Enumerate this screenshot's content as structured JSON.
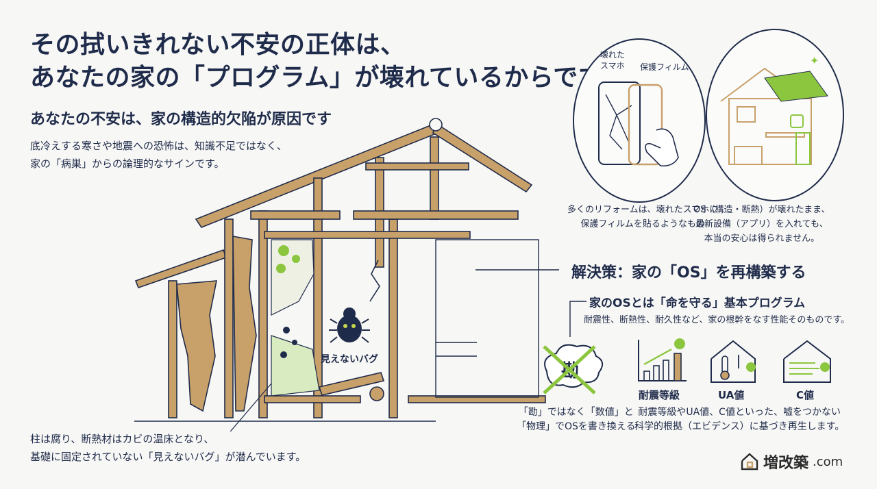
{
  "title": {
    "line1": "その拭いきれない不安の正体は、",
    "line2": "あなたの家の「プログラム」が壊れているからです"
  },
  "subheading": "あなたの不安は、家の構造的欠陥が原因です",
  "description": {
    "line1": "底冷えする寒さや地震への恐怖は、知識不足ではなく、",
    "line2": "家の「病巣」からの論理的なサインです。"
  },
  "house": {
    "bug_label": "見えないバグ"
  },
  "bottom_note": {
    "line1": "柱は腐り、断熱材はカビの温床となり、",
    "line2": "基礎に固定されていない「見えないバグ」が潜んでいます。"
  },
  "analogy": {
    "broken_phone_label_line1": "壊れた",
    "broken_phone_label_line2": "スマホ",
    "film_label": "保護フィルム",
    "caption_left_line1": "多くのリフォームは、壊れたスマホに",
    "caption_left_line2": "保護フィルムを貼るようなもの",
    "caption_right_line1": "OS（構造・断熱）が壊れたまま、",
    "caption_right_line2": "最新設備（アプリ）を入れても、",
    "caption_right_line3": "本当の安心は得られません。"
  },
  "solution": {
    "heading": "解決策：家の「OS」を再構築する",
    "os_definition": "家のOSとは「命を守る」基本プログラム",
    "os_sub": "耐震性、断熱性、耐久性など、家の根幹をなす性能そのものです。",
    "kan_char": "勘",
    "metrics": [
      "耐震等級",
      "UA値",
      "C値"
    ],
    "caption_kan_line1": "「勘」ではなく「数値」と",
    "caption_kan_line2": "「物理」でOSを書き換える",
    "caption_sci_line1": "耐震等級やUA値、C値といった、嘘をつかない",
    "caption_sci_line2": "科学的根拠（エビデンス）に基づき再生します。"
  },
  "brand": {
    "name": "増改築",
    "suffix": ".com"
  },
  "colors": {
    "navy": "#1f2b4a",
    "wood": "#c8a06a",
    "green": "#8cc63f",
    "background": "#f7f7f5"
  }
}
